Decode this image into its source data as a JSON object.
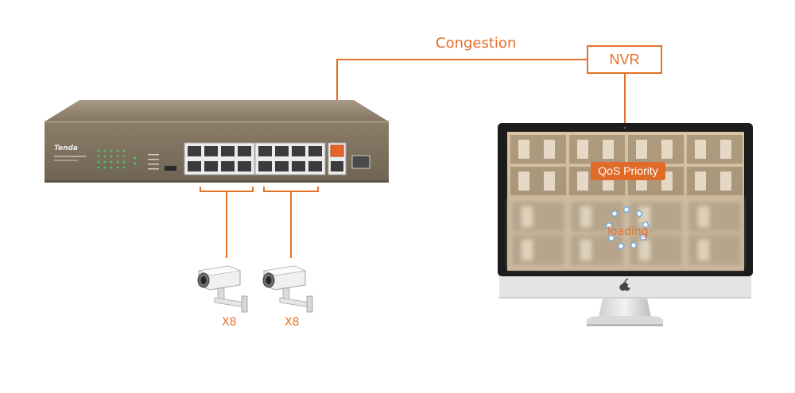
{
  "labels": {
    "congestion": "Congestion",
    "nvr": "NVR",
    "qos_priority": "QoS Priority",
    "loading": "loading"
  },
  "switch": {
    "brand": "Tenda"
  },
  "cameras": [
    {
      "count_label": "X8"
    },
    {
      "count_label": "X8"
    }
  ],
  "colors": {
    "accent": "#e5702a",
    "switch_body": "#8a7b66",
    "port_orange": "#e8632a",
    "monitor_frame": "#1c1c1c",
    "monitor_chin": "#e4e4e4"
  },
  "icons": {
    "monitor_logo": "apple-logo-icon",
    "camera": "cctv-camera-icon",
    "spinner": "loading-spinner-icon"
  }
}
